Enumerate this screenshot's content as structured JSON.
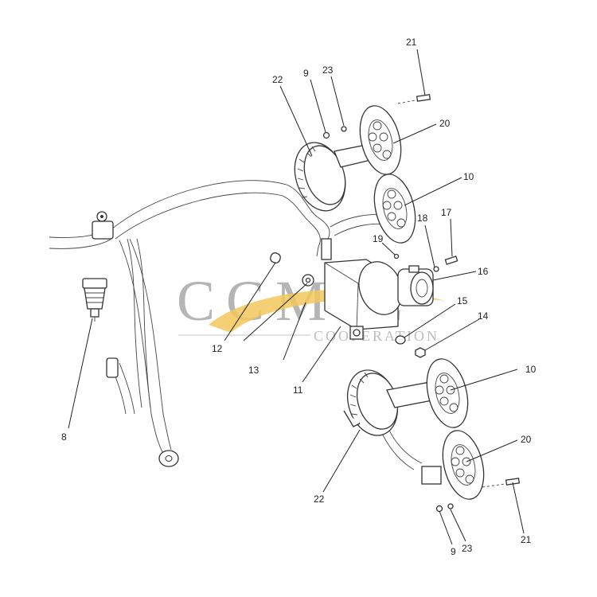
{
  "watermark": {
    "brand": "CCMIE",
    "subtitle": "COOPERATION",
    "swoosh_color": "#f2c75c"
  },
  "callouts": [
    {
      "id": "c21a",
      "label": "21"
    },
    {
      "id": "c22a",
      "label": "22"
    },
    {
      "id": "c9a",
      "label": "9"
    },
    {
      "id": "c23a",
      "label": "23"
    },
    {
      "id": "c20a",
      "label": "20"
    },
    {
      "id": "c10a",
      "label": "10"
    },
    {
      "id": "c17",
      "label": "17"
    },
    {
      "id": "c18",
      "label": "18"
    },
    {
      "id": "c19",
      "label": "19"
    },
    {
      "id": "c16",
      "label": "16"
    },
    {
      "id": "c15",
      "label": "15"
    },
    {
      "id": "c14",
      "label": "14"
    },
    {
      "id": "c12",
      "label": "12"
    },
    {
      "id": "c13",
      "label": "13"
    },
    {
      "id": "c11",
      "label": "11"
    },
    {
      "id": "c8",
      "label": "8"
    },
    {
      "id": "c10b",
      "label": "10"
    },
    {
      "id": "c20b",
      "label": "20"
    },
    {
      "id": "c22b",
      "label": "22"
    },
    {
      "id": "c9b",
      "label": "9"
    },
    {
      "id": "c23b",
      "label": "23"
    },
    {
      "id": "c21b",
      "label": "21"
    }
  ]
}
